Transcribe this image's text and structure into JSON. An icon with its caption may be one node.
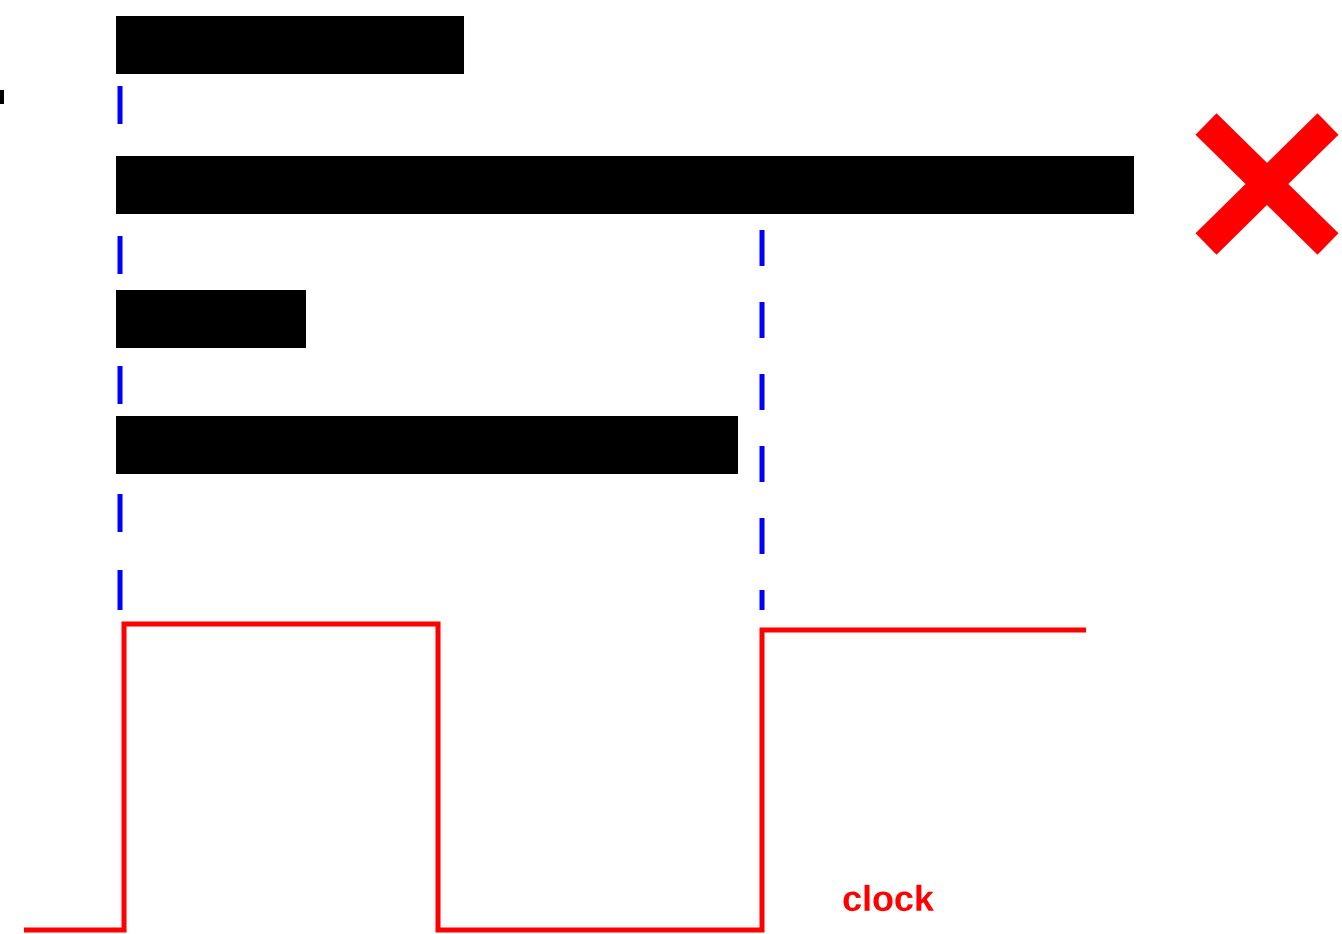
{
  "diagram": {
    "nodes": [
      {
        "text": [],
        "shape": "bar"
      },
      {
        "text": [],
        "shape": "bar"
      },
      {
        "text": [],
        "shape": "bar"
      },
      {
        "text": [],
        "shape": "bar"
      }
    ],
    "labels": [
      "clock"
    ]
  }
}
